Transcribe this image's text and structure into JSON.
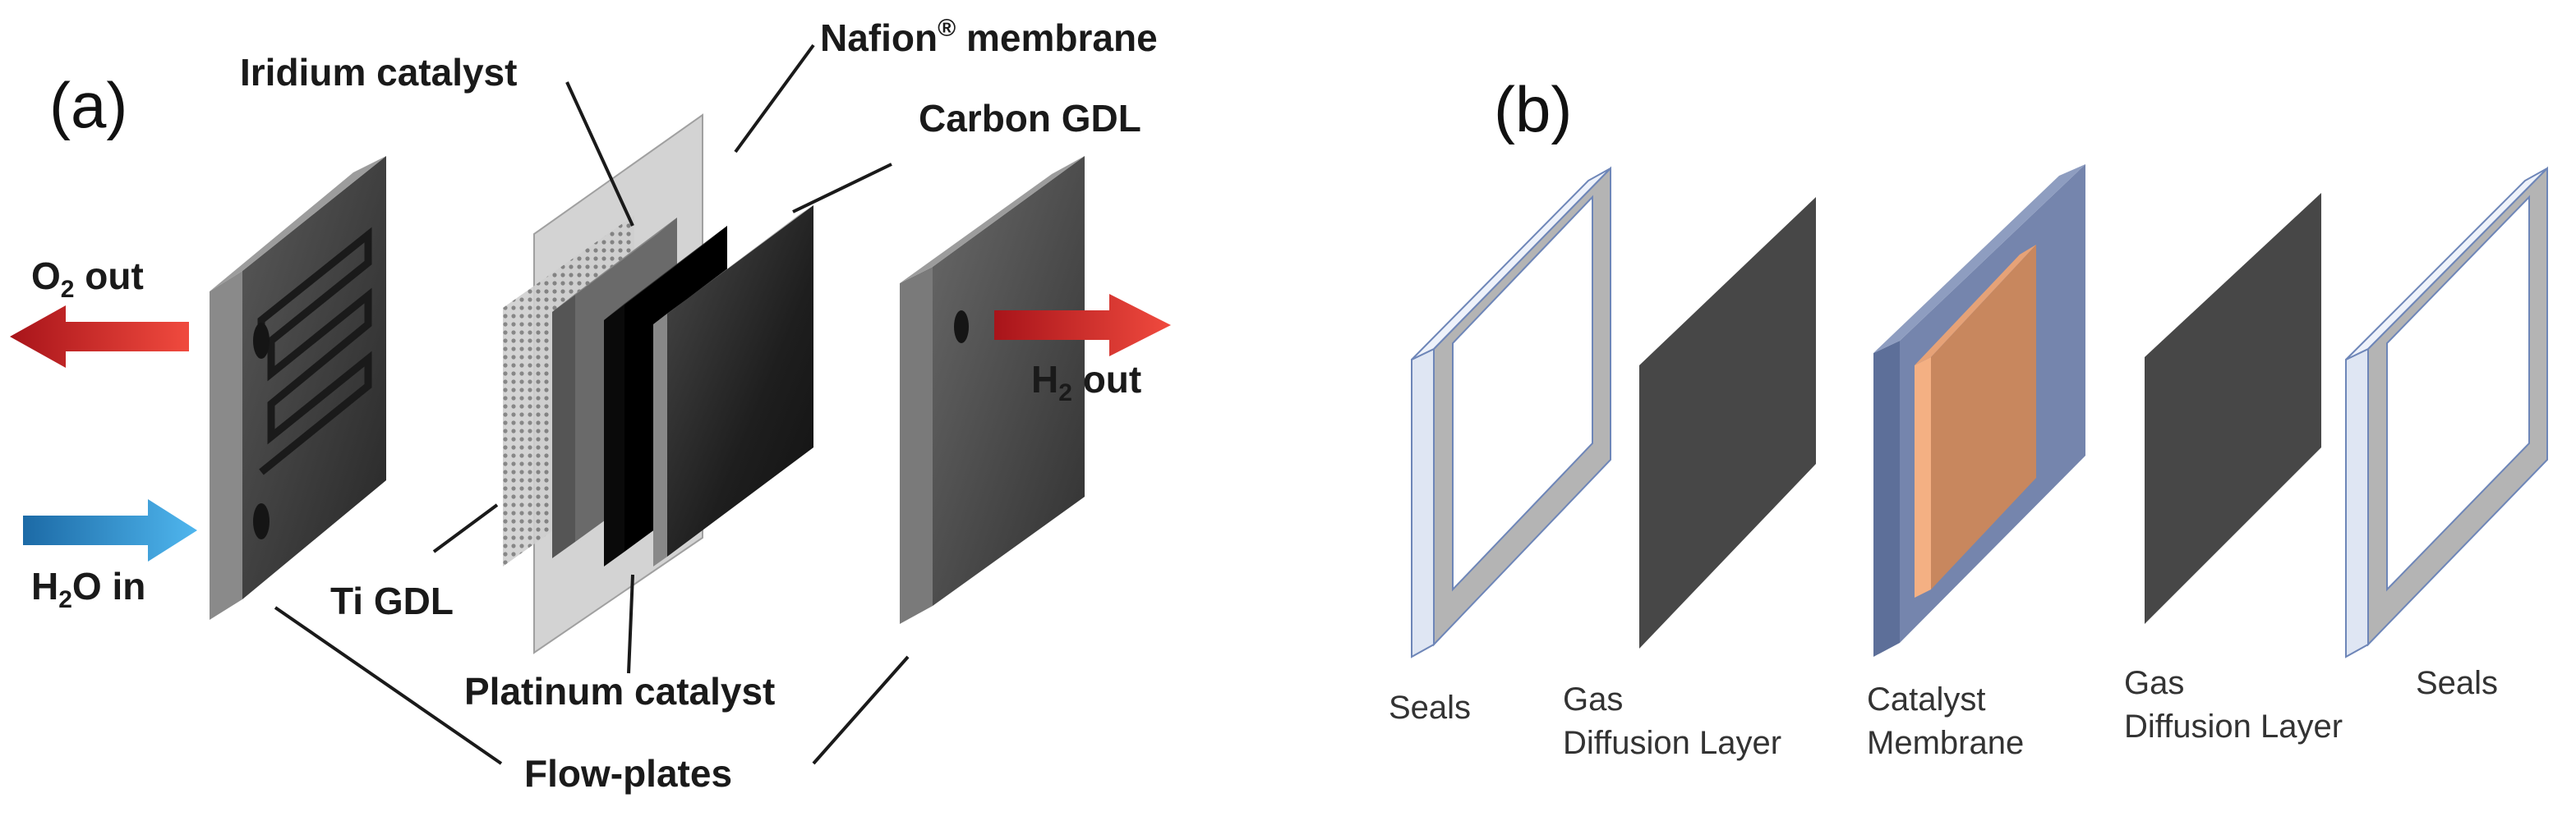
{
  "panel_a": {
    "tag": "(a)",
    "labels": {
      "iridium": "Iridium catalyst",
      "nafion_pre": "Nafion",
      "nafion_reg": "®",
      "nafion_post": " membrane",
      "carbon_gdl": "Carbon GDL",
      "ti_gdl": "Ti GDL",
      "platinum": "Platinum catalyst",
      "flow_plates": "Flow-plates",
      "o2_main": "O",
      "o2_sub": "2",
      "o2_rest": " out",
      "h2o_main": "H",
      "h2o_sub": "2",
      "h2o_rest": "O in",
      "h2_main": "H",
      "h2_sub": "2",
      "h2_rest": " out"
    }
  },
  "panel_b": {
    "tag": "(b)",
    "labels": {
      "seals_left": "Seals",
      "gdl_left_1": "Gas",
      "gdl_left_2": "Diffusion Layer",
      "catalyst_1": "Catalyst",
      "catalyst_2": "Membrane",
      "gdl_right_1": "Gas",
      "gdl_right_2": "Diffusion Layer",
      "seals_right": "Seals"
    }
  },
  "colors": {
    "arrow_red": "#e0362c",
    "arrow_blue": "#2d8fd6",
    "plate_dark": "#3a3a3a",
    "seal_outline": "#6e86b8",
    "membrane_face": "#c8875e",
    "membrane_frame": "#6b7ea8",
    "gdl_gray": "#474747"
  }
}
